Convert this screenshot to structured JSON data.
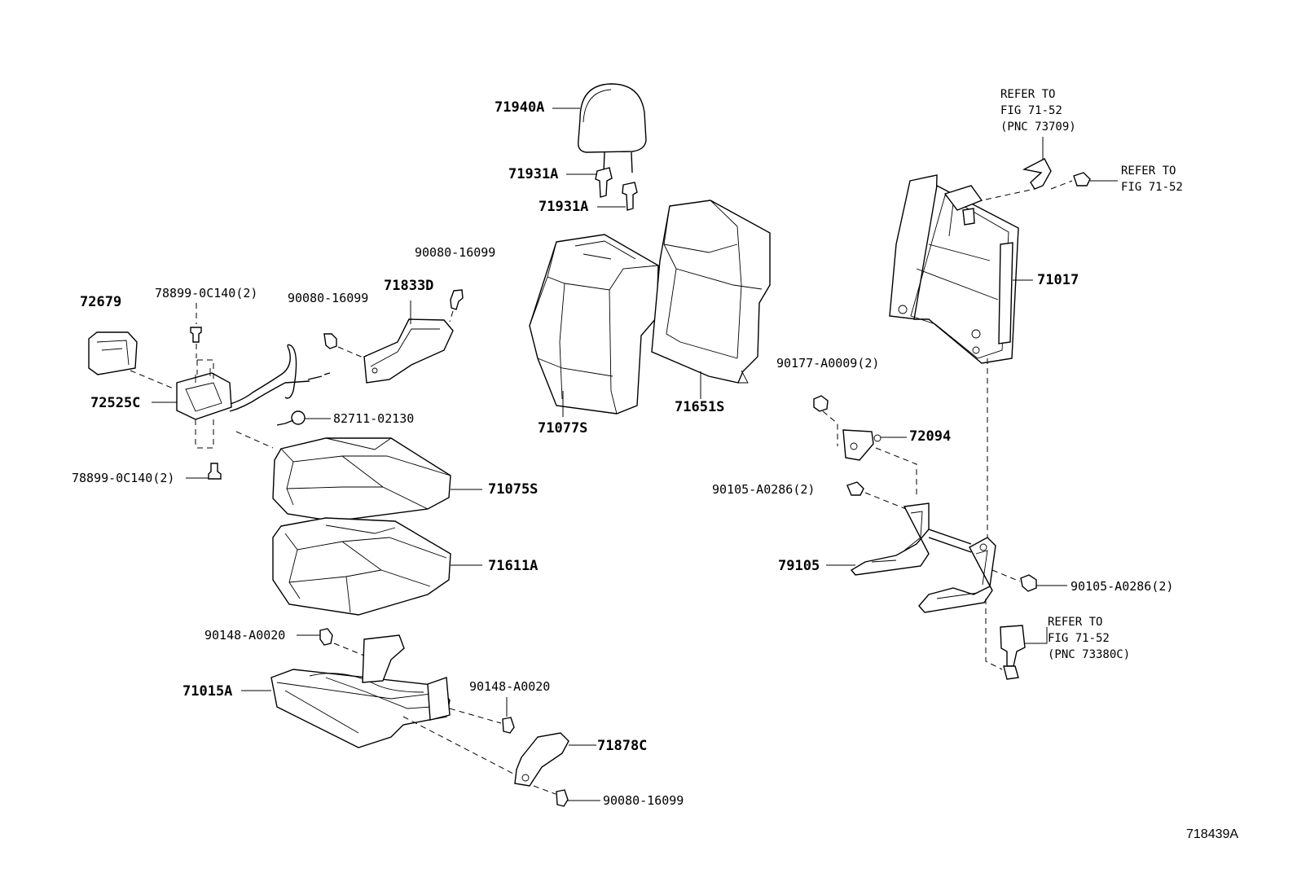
{
  "figure_id": "718439A",
  "labels": {
    "p71940A": "71940A",
    "p71931A_1": "71931A",
    "p71931A_2": "71931A",
    "p90080_top": "90080-16099",
    "p90080_left": "90080-16099",
    "p71833D": "71833D",
    "p72679": "72679",
    "p78899_top": "78899-0C140(2)",
    "p72525C": "72525C",
    "p82711": "82711-02130",
    "p78899_bot": "78899-0C140(2)",
    "p71077S": "71077S",
    "p71651S": "71651S",
    "p71075S": "71075S",
    "p71611A": "71611A",
    "p90148_top": "90148-A0020",
    "p71015A": "71015A",
    "p90148_right": "90148-A0020",
    "p71878C": "71878C",
    "p90080_bot": "90080-16099",
    "p71017": "71017",
    "p90177": "90177-A0009(2)",
    "p72094": "72094",
    "p90105_left": "90105-A0286(2)",
    "p79105": "79105",
    "p90105_right": "90105-A0286(2)"
  },
  "refs": {
    "top": "REFER TO\nFIG 71-52\n(PNC 73709)",
    "right": "REFER TO\nFIG 71-52",
    "bottom": "REFER TO\nFIG 71-52\n(PNC 73380C)"
  }
}
